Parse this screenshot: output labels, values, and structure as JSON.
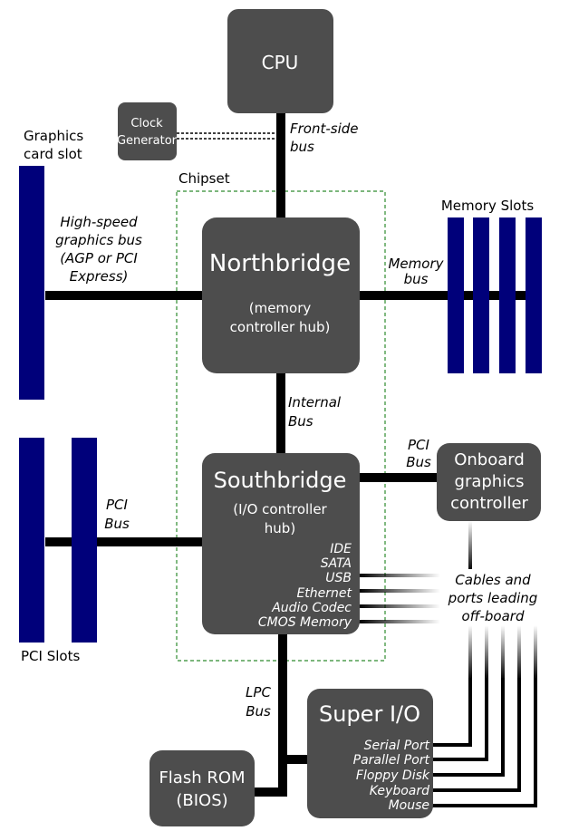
{
  "colors": {
    "box": "#4d4d4d",
    "slot": "#00007a",
    "bus": "#000000",
    "chipset_border": "#2e8b2e"
  },
  "cpu": {
    "label": "CPU"
  },
  "clock": {
    "line1": "Clock",
    "line2": "Generator"
  },
  "fsb": {
    "line1": "Front-side",
    "line2": "bus"
  },
  "graphics_slot": {
    "line1": "Graphics",
    "line2": "card slot"
  },
  "chipset": {
    "label": "Chipset"
  },
  "hsgb": {
    "line1": "High-speed",
    "line2": "graphics bus",
    "line3": "(AGP or PCI",
    "line4": "Express)"
  },
  "northbridge": {
    "title": "Northbridge",
    "sub1": "(memory",
    "sub2": "controller hub)"
  },
  "memory_slots": {
    "label": "Memory Slots"
  },
  "memory_bus": {
    "line1": "Memory",
    "line2": "bus"
  },
  "internal_bus": {
    "line1": "Internal",
    "line2": "Bus"
  },
  "southbridge": {
    "title": "Southbridge",
    "sub1": "(I/O controller",
    "sub2": "hub)",
    "ports": [
      "IDE",
      "SATA",
      "USB",
      "Ethernet",
      "Audio Codec",
      "CMOS Memory"
    ]
  },
  "pci_bus_left": {
    "line1": "PCI",
    "line2": "Bus"
  },
  "pci_bus_right": {
    "line1": "PCI",
    "line2": "Bus"
  },
  "pci_slots": {
    "label": "PCI Slots"
  },
  "onboard_gfx": {
    "line1": "Onboard",
    "line2": "graphics",
    "line3": "controller"
  },
  "cables": {
    "line1": "Cables and",
    "line2": "ports leading",
    "line3": "off-board"
  },
  "lpc_bus": {
    "line1": "LPC",
    "line2": "Bus"
  },
  "superio": {
    "title": "Super I/O",
    "ports": [
      "Serial Port",
      "Parallel Port",
      "Floppy Disk",
      "Keyboard",
      "Mouse"
    ]
  },
  "flash": {
    "line1": "Flash ROM",
    "line2": "(BIOS)"
  }
}
